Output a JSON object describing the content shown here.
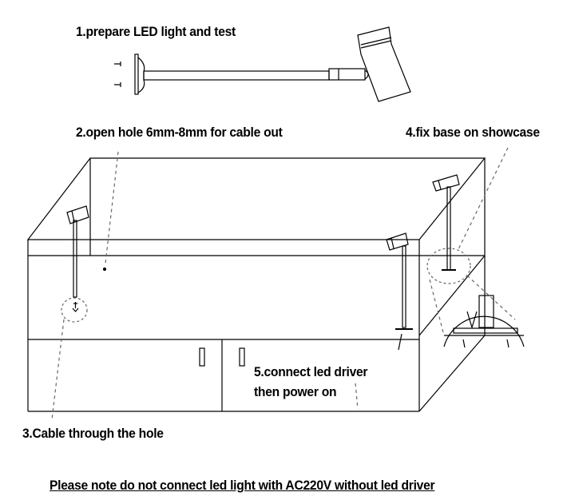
{
  "steps": {
    "step1": "1.prepare LED light and test",
    "step2": "2.open hole 6mm-8mm for cable out",
    "step3": "3.Cable through the hole",
    "step4": "4.fix base on showcase",
    "step5_line1": "5.connect led driver",
    "step5_line2": "then power on"
  },
  "note": "Please note do not connect led light with AC220V without led driver"
}
